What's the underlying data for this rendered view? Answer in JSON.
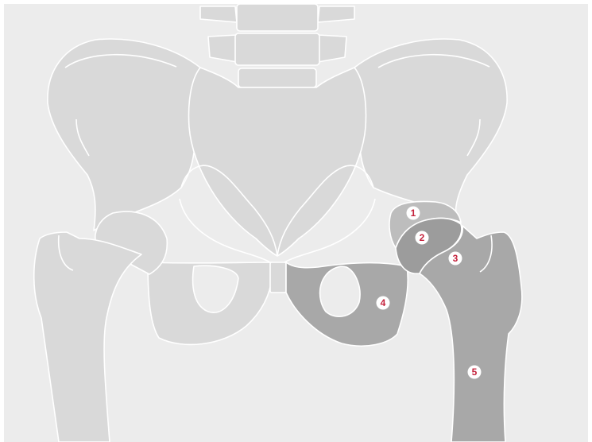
{
  "colors": {
    "background": "#ececec",
    "bone_light": "#d9d9d9",
    "bone_mid": "#bdbdbd",
    "bone_dark": "#a8a8a8",
    "bone_darker": "#9c9c9c",
    "outline": "#ffffff",
    "marker_fill": "#ffffff",
    "marker_text": "#c4213b"
  },
  "markers": [
    {
      "label": "1",
      "part": "acetabular-labrum"
    },
    {
      "label": "2",
      "part": "femoral-head"
    },
    {
      "label": "3",
      "part": "greater-trochanter"
    },
    {
      "label": "4",
      "part": "ischium"
    },
    {
      "label": "5",
      "part": "femoral-shaft"
    }
  ]
}
